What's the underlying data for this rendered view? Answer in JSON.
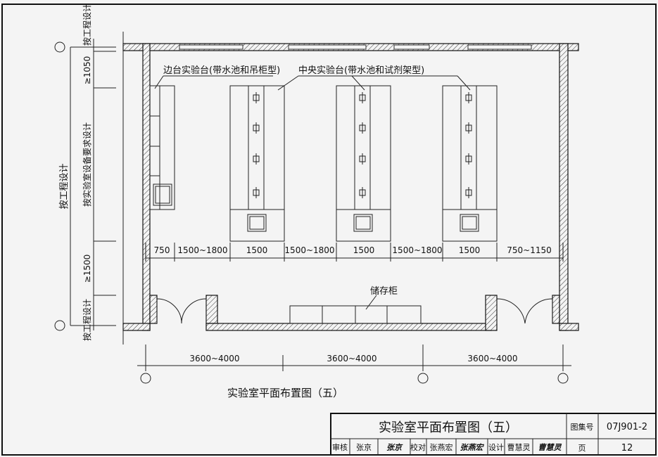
{
  "labels": {
    "side_bench": "边台实验台(带水池和吊柜型)",
    "central_bench": "中央实验台(带水池和试剂架型)",
    "storage": "储存柜"
  },
  "dims_row": [
    "750",
    "1500~1800",
    "1500",
    "1500~1800",
    "1500",
    "1500~1800",
    "1500",
    "750~1150"
  ],
  "dims_bottom": [
    "3600~4000",
    "3600~4000",
    "3600~4000"
  ],
  "dims_left": {
    "overall": "按工程设计",
    "top": "按工程设计",
    "top_gap": "≥1050",
    "middle": "按实验室设备要求设计",
    "bottom_gap": "≥1500",
    "bottom": "按工程设计"
  },
  "caption": "实验室平面布置图（五）",
  "title_block": {
    "title": "实验室平面布置图（五）",
    "atlas_label": "图集号",
    "atlas_no": "07J901-2",
    "review_label": "审核",
    "reviewer": "张京",
    "reviewer_sig": "张京",
    "check_label": "校对",
    "checker": "张燕宏",
    "checker_sig": "张燕宏",
    "design_label": "设计",
    "designer": "曹慧灵",
    "designer_sig": "曹慧灵",
    "page_label": "页",
    "page_no": "12"
  }
}
